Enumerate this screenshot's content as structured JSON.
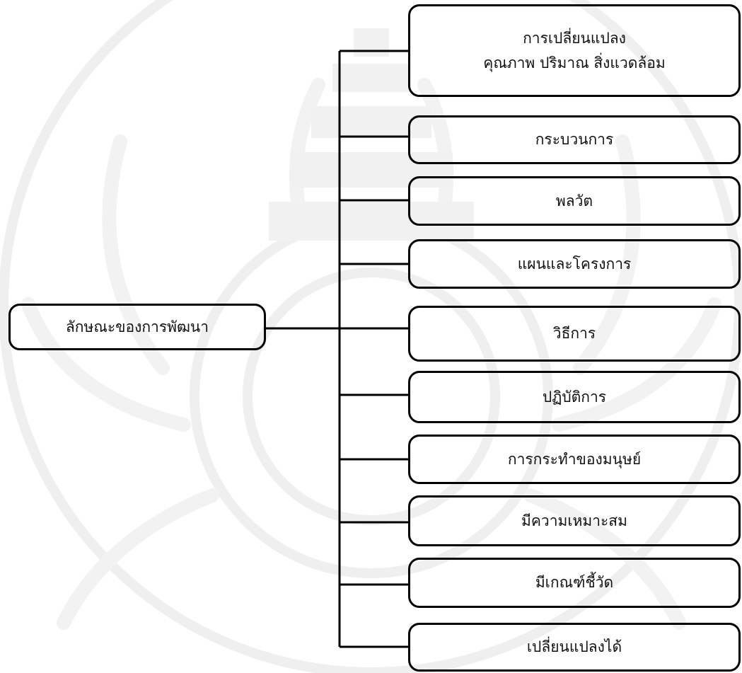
{
  "diagram": {
    "root": {
      "label": "ลักษณะของการพัฒนา"
    },
    "children": [
      {
        "lines": [
          "การเปลี่ยนแปลง",
          "คุณภาพ ปริมาณ สิ่งแวดล้อม"
        ]
      },
      {
        "lines": [
          "กระบวนการ"
        ]
      },
      {
        "lines": [
          "พลวัต"
        ]
      },
      {
        "lines": [
          "แผนและโครงการ"
        ]
      },
      {
        "lines": [
          "วิธีการ"
        ]
      },
      {
        "lines": [
          "ปฏิบัติการ"
        ]
      },
      {
        "lines": [
          "การกระทำของมนุษย์"
        ]
      },
      {
        "lines": [
          "มีความเหมาะสม"
        ]
      },
      {
        "lines": [
          "มีเกณฑ์ชี้วัด"
        ]
      },
      {
        "lines": [
          "เปลี่ยนแปลงได้"
        ]
      }
    ]
  },
  "colors": {
    "line": "#000000",
    "text": "#111111",
    "watermark": "#efefef"
  }
}
